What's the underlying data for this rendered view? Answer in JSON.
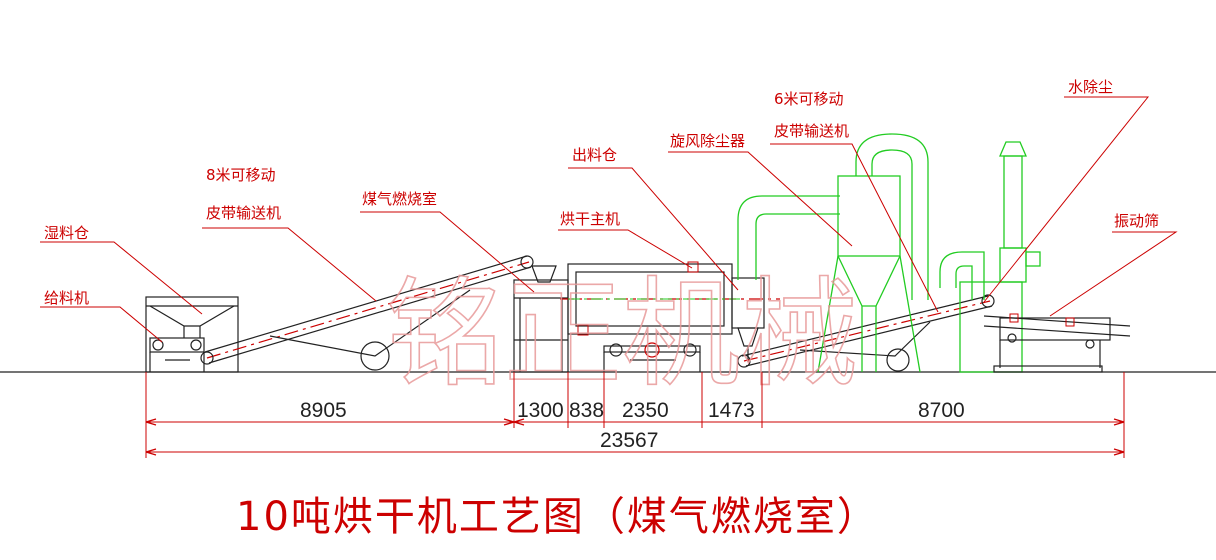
{
  "labels": {
    "wet_bin": "湿料仓",
    "feeder": "给料机",
    "conveyor8_line1": "8米可移动",
    "conveyor8_line2": "皮带输送机",
    "gas_chamber": "煤气燃烧室",
    "outlet_bin": "出料仓",
    "dryer_main": "烘干主机",
    "cyclone": "旋风除尘器",
    "conveyor6_line1": "6米可移动",
    "conveyor6_line2": "皮带输送机",
    "water_dust": "水除尘",
    "vibrating_screen": "振动筛"
  },
  "dimensions": {
    "d1": "8905",
    "d2": "1300",
    "d3": "838",
    "d4": "2350",
    "d5": "1473",
    "d6": "8700",
    "total": "23567"
  },
  "watermark": "铭正机械",
  "title": "10吨烘干机工艺图（煤气燃烧室）",
  "colors": {
    "annotation": "#cc0000",
    "equipment": "#222222",
    "ducting": "#22cc22",
    "watermark": "#e89a9a"
  }
}
